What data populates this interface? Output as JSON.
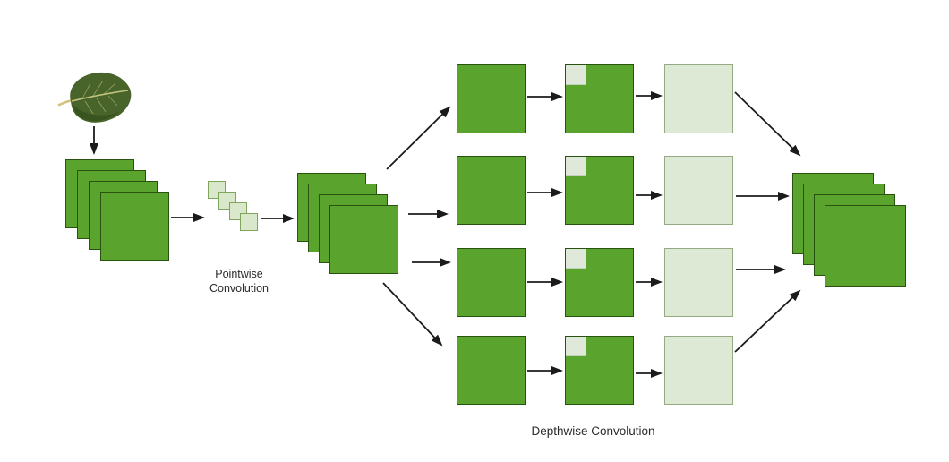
{
  "labels": {
    "pointwise": "Pointwise Convolution",
    "depthwise": "Depthwise Convolution"
  },
  "diagram": {
    "input_image": "leaf",
    "input_feature_map_count": 4,
    "pointwise_kernel_count": 4,
    "depthwise_branch_count": 4,
    "output_feature_map_count": 4
  },
  "colors": {
    "background": "#ffffff",
    "feature_map_fill": "#5aa42d",
    "feature_map_border": "#28520f",
    "output_map_fill": "#dde9d4",
    "output_map_border": "#95ab84",
    "kernel_fill": "#d9e7cb",
    "kernel_border": "#7fa55e",
    "corner_fill": "#dfe8d9",
    "corner_border": "#c3d2ba",
    "arrow": "#1b1b1b",
    "label_text": "#2b2b2b",
    "leaf_body": "#48642a",
    "leaf_dark": "#36511d",
    "leaf_vein": "#c2c47e",
    "leaf_stem": "#d3c27a"
  }
}
